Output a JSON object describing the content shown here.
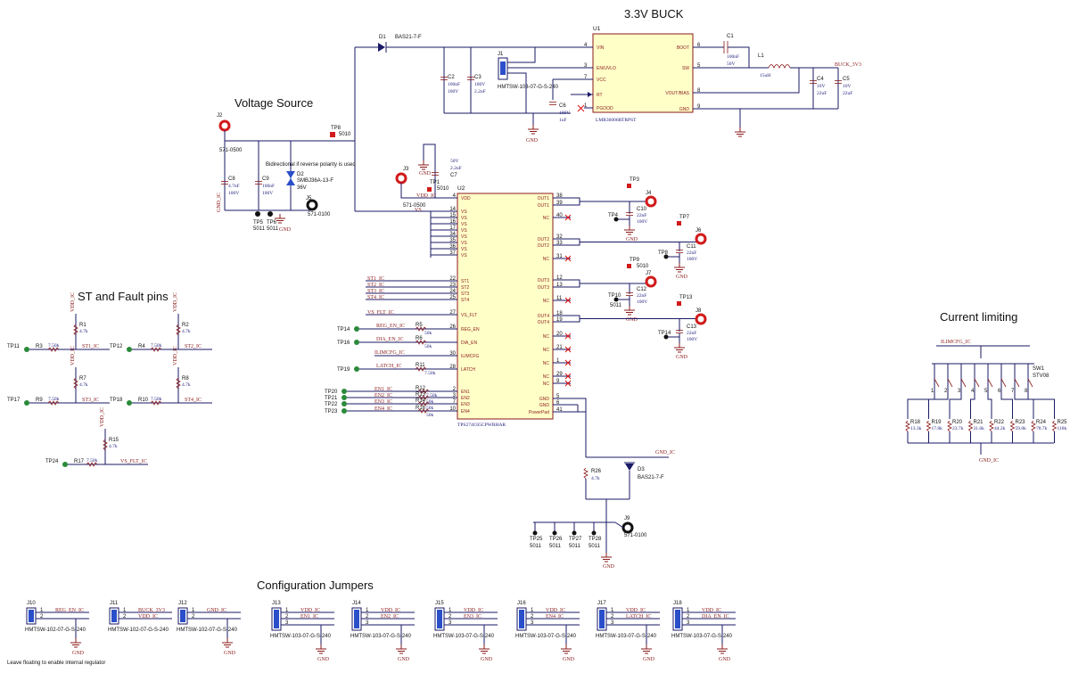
{
  "sections": {
    "buck": "3.3V BUCK",
    "voltage_source": "Voltage Source",
    "st_fault": "ST and Fault pins",
    "current_limiting": "Current limiting",
    "config_jumpers": "Configuration Jumpers"
  },
  "footnote": "Leave floating to enable internal regulator",
  "diode_note": "Bidirectional if reverse polarity is used",
  "buck": {
    "u1_ref": "U1",
    "u1_part": "LMR36006RTRPST",
    "u1_left_pins": [
      {
        "num": "4",
        "name": "VIN"
      },
      {
        "num": "3",
        "name": "EN/UVLO"
      },
      {
        "num": "7",
        "name": "VCC"
      },
      {
        "num": "",
        "name": "RT"
      },
      {
        "num": "1",
        "name": "PGOOD"
      }
    ],
    "u1_right_pins": [
      {
        "num": "6",
        "name": "BOOT"
      },
      {
        "num": "5",
        "name": "SW"
      },
      {
        "num": "8",
        "name": "VOUT/BIAS"
      },
      {
        "num": "9",
        "name": "GND"
      }
    ],
    "d1_ref": "D1",
    "d1_part": "BAS21-7-F",
    "j1_ref": "J1",
    "j1_part": "HMTSW-103-07-G-S-240",
    "c2": {
      "ref": "C2",
      "val": "100nF",
      "v": "100V"
    },
    "c3": {
      "ref": "C3",
      "val": "2.2uF",
      "v": "100V"
    },
    "c6": {
      "ref": "C6",
      "val": "1uF",
      "v": "100V"
    },
    "c1": {
      "ref": "C1",
      "val": "100nF",
      "v": "50V"
    },
    "l1": {
      "ref": "L1",
      "val": "15uH"
    },
    "c4": {
      "ref": "C4",
      "val": "22uF",
      "v": "10V"
    },
    "c5": {
      "ref": "C5",
      "val": "22uF",
      "v": "10V"
    },
    "buck_net": "BUCK_3V3",
    "gnd": "GND"
  },
  "vsrc": {
    "j2_ref": "J2",
    "j2_part": "571-0500",
    "tp8_ref": "TP8",
    "tp8_part": "5010",
    "c8": {
      "ref": "C8",
      "val": "4.7nF",
      "v": "100V"
    },
    "c9": {
      "ref": "C9",
      "val": "100nF",
      "v": "100V"
    },
    "d2_ref": "D2",
    "d2_part": "SMBJ36A-13-F",
    "d2_v": "36V",
    "tp5": "TP5",
    "tp6": "TP6",
    "tp_part": "5011",
    "j5_ref": "J5",
    "j5_part": "571-0100",
    "gnd_net": "GND_IC",
    "gnd": "GND"
  },
  "u2": {
    "ref": "U2",
    "part": "TPS274C65CPWRHAR",
    "c7": {
      "ref": "C7",
      "val": "2.2uF",
      "v": "50V"
    },
    "tp1": "TP1",
    "tp1_part": "5010",
    "j3_ref": "J3",
    "j3_part": "571-0500",
    "vdd_net": "VDD_IC",
    "vs_net": "VS",
    "left_pins": [
      {
        "num": "4",
        "name": "VDD"
      },
      {
        "num": "14",
        "name": "VS"
      },
      {
        "num": "15",
        "name": "VS"
      },
      {
        "num": "16",
        "name": "VS"
      },
      {
        "num": "17",
        "name": "VS"
      },
      {
        "num": "34",
        "name": "VS"
      },
      {
        "num": "35",
        "name": "VS"
      },
      {
        "num": "36",
        "name": "VS"
      },
      {
        "num": "37",
        "name": "VS"
      },
      {
        "num": "22",
        "name": "ST1"
      },
      {
        "num": "23",
        "name": "ST2"
      },
      {
        "num": "24",
        "name": "ST3"
      },
      {
        "num": "25",
        "name": "ST4"
      },
      {
        "num": "27",
        "name": "VS_FLT"
      },
      {
        "num": "26",
        "name": "REG_EN"
      },
      {
        "num": "",
        "name": "DIA_EN"
      },
      {
        "num": "30",
        "name": "ILIMCFG"
      },
      {
        "num": "28",
        "name": "LATCH"
      },
      {
        "num": "2",
        "name": "EN1"
      },
      {
        "num": "3",
        "name": "EN2"
      },
      {
        "num": "7",
        "name": "EN3"
      },
      {
        "num": "10",
        "name": "EN4"
      }
    ],
    "right_pins": [
      {
        "num": "38",
        "name": "OUT1"
      },
      {
        "num": "39",
        "name": "OUT1"
      },
      {
        "num": "40",
        "name": "NC"
      },
      {
        "num": "32",
        "name": "OUT2"
      },
      {
        "num": "33",
        "name": "OUT2"
      },
      {
        "num": "31",
        "name": "NC"
      },
      {
        "num": "12",
        "name": "OUT3"
      },
      {
        "num": "13",
        "name": "OUT3"
      },
      {
        "num": "11",
        "name": "NC"
      },
      {
        "num": "18",
        "name": "OUT4"
      },
      {
        "num": "19",
        "name": "OUT4"
      },
      {
        "num": "20",
        "name": "NC"
      },
      {
        "num": "21",
        "name": "NC"
      },
      {
        "num": "1",
        "name": "NC"
      },
      {
        "num": "29",
        "name": "NC"
      },
      {
        "num": "9",
        "name": "NC"
      },
      {
        "num": "5",
        "name": "GND"
      },
      {
        "num": "6",
        "name": "GND"
      },
      {
        "num": "41",
        "name": "PowerPad"
      }
    ],
    "st_nets": [
      "ST1_IC",
      "ST2_IC",
      "ST3_IC",
      "ST4_IC"
    ],
    "vs_flt_net": "VS_FLT_IC",
    "reg_en_net": "REG_EN_IC",
    "dia_en_net": "DIA_EN_IC",
    "ilim_net": "ILIMCFG_IC",
    "latch_net": "LATCH_IC",
    "en_nets": [
      "EN1_IC",
      "EN2_IC",
      "EN3_IC",
      "EN4_IC"
    ],
    "tps": {
      "reg": "TP14",
      "dia": "TP16",
      "latch": "TP19",
      "en1": "TP20",
      "en2": "TP21",
      "en3": "TP22",
      "en4": "TP23"
    },
    "res": {
      "r5": {
        "ref": "R5",
        "val": "50k"
      },
      "r6": {
        "ref": "R6",
        "val": "50k"
      },
      "r11": {
        "ref": "R11",
        "val": "7.50k"
      },
      "r12": {
        "ref": "R12",
        "val": "7.50k"
      },
      "r13": {
        "ref": "R13",
        "val": "50k"
      },
      "r14": {
        "ref": "R14",
        "val": "50k"
      },
      "r16": {
        "ref": "R16",
        "val": "50k"
      }
    }
  },
  "outputs": [
    {
      "tp": "TP3",
      "j": "J4",
      "c": "C10",
      "cv": "22nF",
      "cvv": "100V",
      "gtp": "TP4"
    },
    {
      "tp": "TP7",
      "j": "J6",
      "c": "C11",
      "cv": "22nF",
      "cvv": "100V",
      "gtp": "TP8"
    },
    {
      "tp": "TP9",
      "tpp": "5010",
      "j": "J7",
      "c": "C12",
      "cv": "22nF",
      "cvv": "100V",
      "gtp": "TP10",
      "gtpp": "5011"
    },
    {
      "tp": "TP13",
      "j": "J8",
      "c": "C13",
      "cv": "22nF",
      "cvv": "100V",
      "gtp": "TP14"
    }
  ],
  "u2_gnd": {
    "net": "GND_IC",
    "r26": {
      "ref": "R26",
      "val": "4.7k"
    },
    "d3_ref": "D3",
    "d3_part": "BAS21-7-F",
    "j9_ref": "J9",
    "j9_part": "571-0100",
    "tps": [
      "TP25",
      "TP26",
      "TP27",
      "TP28"
    ],
    "tp_part": "5011",
    "gnd": "GND"
  },
  "st_pins": {
    "vdd": "VDD_IC",
    "cells": [
      {
        "tp": "TP11",
        "r": "R3",
        "rv": "7.50k",
        "pr": "R1",
        "pv": "4.7k",
        "net": "ST1_IC"
      },
      {
        "tp": "TP12",
        "r": "R4",
        "rv": "7.50k",
        "pr": "R2",
        "pv": "4.7k",
        "net": "ST2_IC"
      },
      {
        "tp": "TP17",
        "r": "R9",
        "rv": "7.50k",
        "pr": "R7",
        "pv": "4.7k",
        "net": "ST3_IC"
      },
      {
        "tp": "TP18",
        "r": "R10",
        "rv": "7.50k",
        "pr": "R8",
        "pv": "4.7k",
        "net": "ST4_IC"
      },
      {
        "tp": "TP24",
        "r": "R17",
        "rv": "7.50k",
        "pr": "R15",
        "pv": "4.7k",
        "net": "VS_FLT_IC"
      }
    ]
  },
  "climit": {
    "net": "ILIMCFG_IC",
    "sw_ref": "SW1",
    "sw_part": "STV08",
    "gnd_net": "GND_IC",
    "res": [
      {
        "ref": "R18",
        "val": "13.3k"
      },
      {
        "ref": "R19",
        "val": "17.8k"
      },
      {
        "ref": "R20",
        "val": "23.7k"
      },
      {
        "ref": "R21",
        "val": "31.6k"
      },
      {
        "ref": "R22",
        "val": "44.2k"
      },
      {
        "ref": "R23",
        "val": "59.0k"
      },
      {
        "ref": "R24",
        "val": "78.7k"
      },
      {
        "ref": "R25",
        "val": "118k"
      }
    ]
  },
  "jumpers": [
    {
      "ref": "J10",
      "part": "HMTSW-102-07-G-S-240",
      "pins": [
        "1",
        "2"
      ],
      "nets": [
        "REG_EN_IC",
        ""
      ],
      "gnd": "GND"
    },
    {
      "ref": "J11",
      "part": "HMTSW-102-07-G-S-240",
      "pins": [
        "1",
        "2"
      ],
      "nets": [
        "BUCK_3V3",
        "VDD_IC"
      ],
      "gnd": ""
    },
    {
      "ref": "J12",
      "part": "HMTSW-102-07-G-S-240",
      "pins": [
        "1",
        "2"
      ],
      "nets": [
        "GND_IC",
        ""
      ],
      "gnd": "GND"
    },
    {
      "ref": "J13",
      "part": "HMTSW-103-07-G-S-240",
      "pins": [
        "1",
        "2",
        "3"
      ],
      "nets": [
        "VDD_IC",
        "EN1_IC",
        ""
      ],
      "gnd": "GND"
    },
    {
      "ref": "J14",
      "part": "HMTSW-103-07-G-S-240",
      "pins": [
        "1",
        "2",
        "3"
      ],
      "nets": [
        "VDD_IC",
        "EN2_IC",
        ""
      ],
      "gnd": "GND"
    },
    {
      "ref": "J15",
      "part": "HMTSW-103-07-G-S-240",
      "pins": [
        "1",
        "2",
        "3"
      ],
      "nets": [
        "VDD_IC",
        "EN3_IC",
        ""
      ],
      "gnd": "GND"
    },
    {
      "ref": "J16",
      "part": "HMTSW-103-07-G-S-240",
      "pins": [
        "1",
        "2",
        "3"
      ],
      "nets": [
        "VDD_IC",
        "EN4_IC",
        ""
      ],
      "gnd": "GND"
    },
    {
      "ref": "J17",
      "part": "HMTSW-103-07-G-S-240",
      "pins": [
        "1",
        "2",
        "3"
      ],
      "nets": [
        "VDD_IC",
        "LATCH_IC",
        ""
      ],
      "gnd": "GND"
    },
    {
      "ref": "J18",
      "part": "HMTSW-103-07-G-S-240",
      "pins": [
        "1",
        "2",
        "3"
      ],
      "nets": [
        "VDD_IC",
        "DIA_EN_IC",
        ""
      ],
      "gnd": "GND"
    }
  ],
  "colors": {
    "wire": "#1a1a66",
    "net": "#8b1a1a",
    "ic_fill": "#ffffc8",
    "testpoint": "#d11a1a",
    "nc": "#dd1111"
  }
}
